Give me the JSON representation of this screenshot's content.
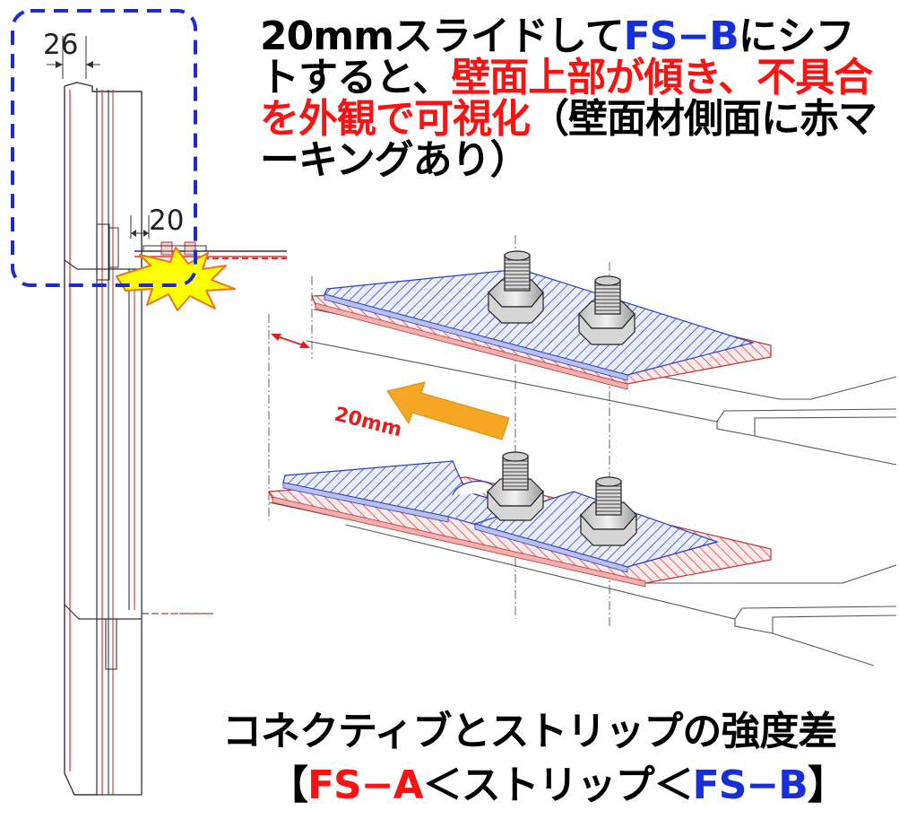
{
  "headline": {
    "part1": "20mmスライドして",
    "part2_blue": "FS−B",
    "part3": "にシフトすると、",
    "part4_red": "壁面上部が傾き、不具合を外観で可視化",
    "part5": "（壁面材側面に赤マーキングあり）"
  },
  "dimension_top": "26",
  "dimension_side": "20",
  "slide_label": "20mm",
  "caption_line1": "コネクティブとストリップの強度差",
  "caption_line2": {
    "open": "【",
    "fs_a": "FS−A",
    "lt1": "＜ストリップ＜",
    "fs_b": "FS−B",
    "close": "】"
  },
  "colors": {
    "blue_text": "#1530d8",
    "red_text": "#ff1111",
    "dashed_frame": "#1a2ccf",
    "blue_plate": "#3344cc",
    "red_plate": "#e04040",
    "arrow": "#f5a623",
    "burst": "#ffff00"
  }
}
